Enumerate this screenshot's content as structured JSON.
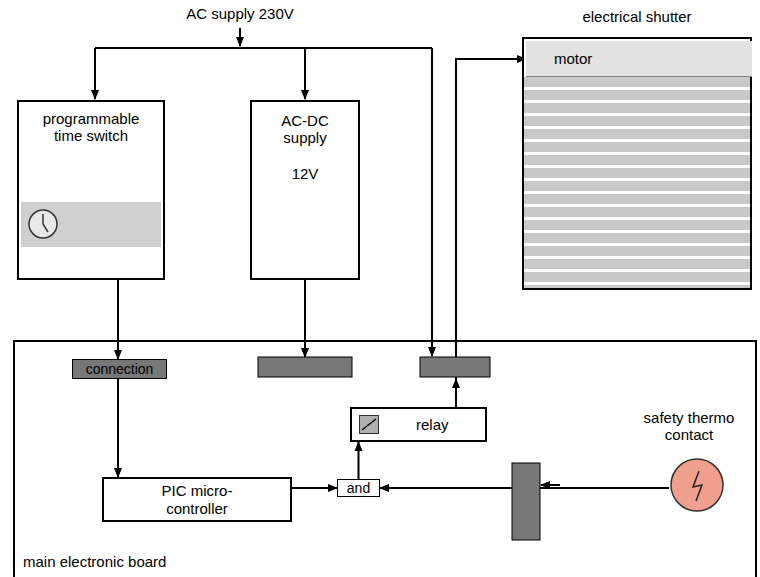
{
  "diagram": {
    "nodes": [
      {
        "text": [
          "programmable time switch"
        ]
      },
      {
        "text": [
          "AC-DC supply",
          "12V"
        ]
      },
      {
        "text": [
          "electrical shutter"
        ]
      },
      {
        "text": [
          "motor"
        ],
        "in": 2
      },
      {
        "text": [
          "main electronic board"
        ]
      },
      {
        "text": [
          "connection"
        ],
        "in": 4
      },
      {
        "text": [
          "relay"
        ],
        "in": 4
      },
      {
        "text": [
          "PIC micro-controller"
        ],
        "in": 4
      },
      {
        "text": [
          "and"
        ],
        "in": 4
      },
      {
        "text": [
          "safety thermo contact"
        ]
      }
    ],
    "edges": [
      {
        "from": 0,
        "to": 5,
        "arrow": "to"
      },
      {
        "from": 5,
        "to": 7,
        "arrow": "to"
      },
      {
        "from": 1,
        "to": 4,
        "arrow": "to"
      },
      {
        "from": 7,
        "to": 8,
        "arrow": "to"
      },
      {
        "from": 8,
        "to": 6,
        "arrow": "to"
      },
      {
        "from": 6,
        "to": 3,
        "arrow": "to"
      },
      {
        "from": 9,
        "to": 8,
        "arrow": "to"
      }
    ],
    "labels": [
      "AC supply 230V"
    ]
  }
}
